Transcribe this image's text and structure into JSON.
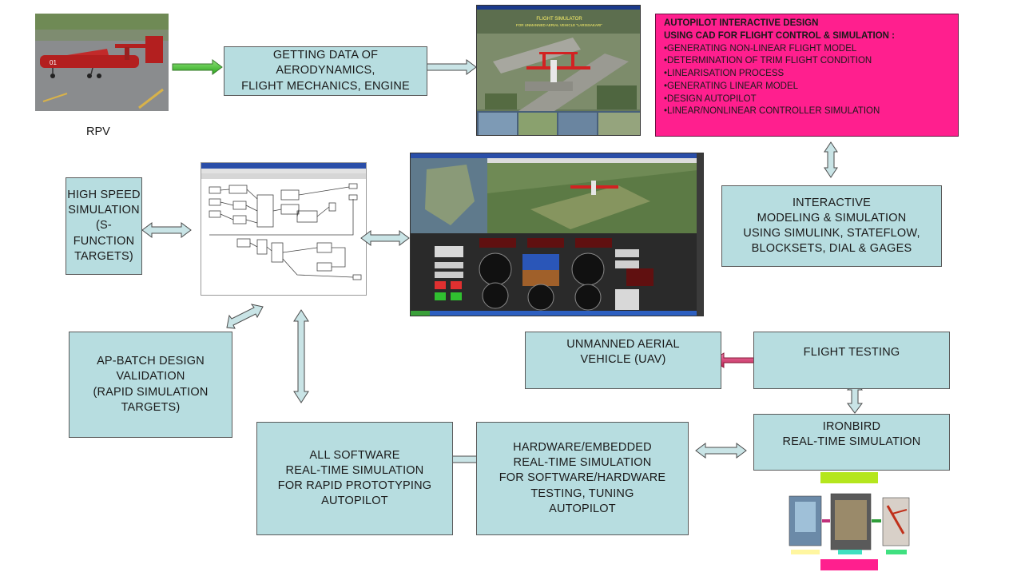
{
  "rpv": {
    "caption": "RPV"
  },
  "boxes": {
    "getting_data": "GETTING DATA OF\nAERODYNAMICS,\nFLIGHT MECHANICS, ENGINE",
    "interactive": "INTERACTIVE\nMODELING & SIMULATION\nUSING SIMULINK, STATEFLOW,\nBLOCKSETS, DIAL & GAGES",
    "high_speed": "HIGH SPEED\nSIMULATION\n(S-FUNCTION\nTARGETS)",
    "ap_batch": "AP-BATCH DESIGN\nVALIDATION\n(RAPID SIMULATION\nTARGETS)",
    "uav": "UNMANNED AERIAL\nVEHICLE (UAV)",
    "flight_testing": "FLIGHT TESTING",
    "ironbird": "IRONBIRD\nREAL-TIME SIMULATION",
    "all_software": "ALL SOFTWARE\nREAL-TIME SIMULATION\nFOR RAPID PROTOTYPING\nAUTOPILOT",
    "hardware": "HARDWARE/EMBEDDED\nREAL-TIME SIMULATION\nFOR SOFTWARE/HARDWARE\nTESTING, TUNING\nAUTOPILOT"
  },
  "autopilot": {
    "title": "AUTOPILOT INTERACTIVE DESIGN\nUSING CAD FOR FLIGHT CONTROL & SIMULATION :",
    "items": [
      "GENERATING NON-LINEAR FLIGHT MODEL",
      "DETERMINATION OF TRIM FLIGHT CONDITION",
      "LINEARISATION PROCESS",
      "GENERATING LINEAR MODEL",
      "DESIGN AUTOPILOT",
      "LINEAR/NONLINEAR CONTROLLER SIMULATION"
    ]
  },
  "colors": {
    "box_fill": "#b7dde0",
    "magenta_box": "#ff1f8e",
    "arrow_fill": "#c9e4e6",
    "green_arrow": "#3ec22b",
    "pink_arrow": "#d0306e"
  }
}
